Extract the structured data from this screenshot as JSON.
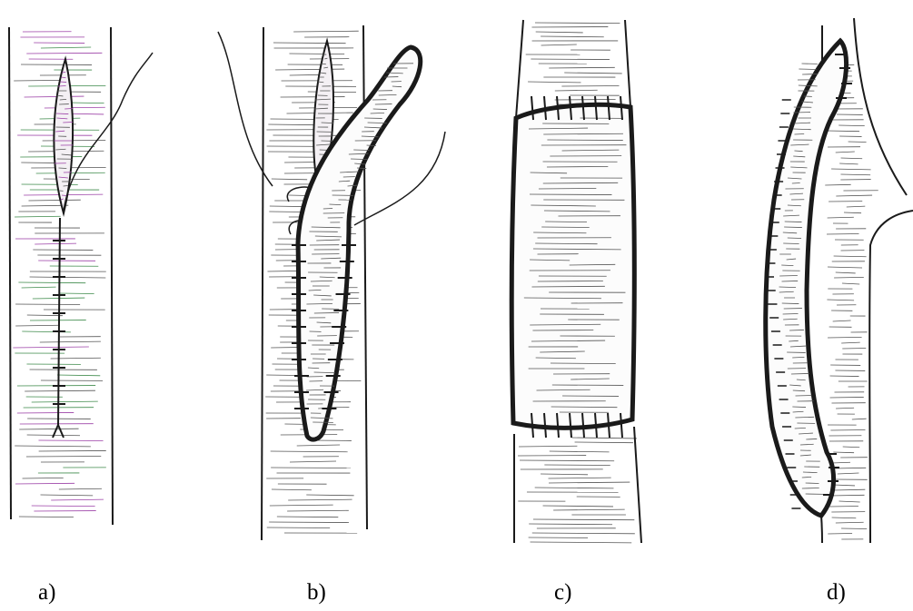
{
  "figure": {
    "panels": [
      {
        "label": "a)",
        "name": "direct-suture-repair"
      },
      {
        "label": "b)",
        "name": "patch-angioplasty-repair"
      },
      {
        "label": "c)",
        "name": "interposition-graft-repair"
      },
      {
        "label": "d)",
        "name": "bypass-graft-repair"
      }
    ],
    "colors": {
      "ink": "#1a1a1a",
      "hatch_green": "#3d8a4a",
      "hatch_magenta": "#9b3fa6",
      "hatch_gray": "#555555",
      "background": "#ffffff"
    }
  }
}
